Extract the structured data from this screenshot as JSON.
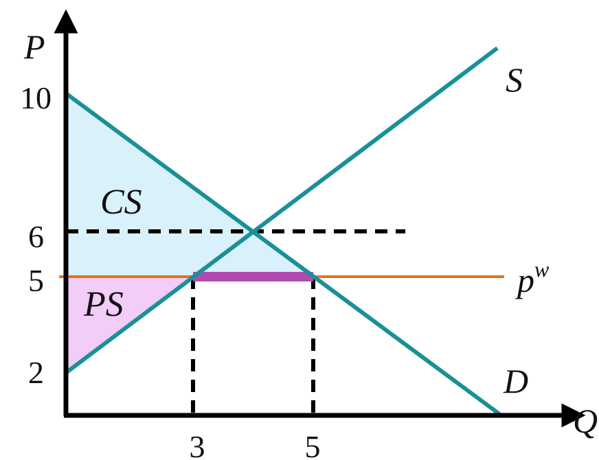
{
  "colors": {
    "demand_supply": "#1a9097",
    "world_price": "#e87418",
    "imports_bar": "#b04bb1",
    "consumer_surplus_fill": "#d8f1fb",
    "producer_surplus_fill": "#f2cdf7",
    "axis": "#000000",
    "guide": "#000000"
  },
  "axes": {
    "y_label": "P",
    "x_label": "Q",
    "y_ticks": [
      {
        "value": 10,
        "label": "10"
      },
      {
        "value": 6,
        "label": "6"
      },
      {
        "value": 5,
        "label": "5"
      },
      {
        "value": 2,
        "label": "2"
      }
    ],
    "x_ticks": [
      {
        "value": 3,
        "label": "3"
      },
      {
        "value": 5,
        "label": "5"
      }
    ]
  },
  "curves": {
    "supply_label": "S",
    "demand_label": "D",
    "world_price_label_main": "p",
    "world_price_label_sup": "w"
  },
  "model": {
    "demand": {
      "intercept": 10,
      "slope": -1
    },
    "supply": {
      "intercept": 2,
      "slope": 1
    },
    "world_price": 5,
    "autarky_price": 6,
    "quantity_supplied_at_world_price": 3,
    "quantity_demanded_at_world_price": 5
  },
  "areas": {
    "consumer_surplus": "CS",
    "producer_surplus": "PS"
  }
}
